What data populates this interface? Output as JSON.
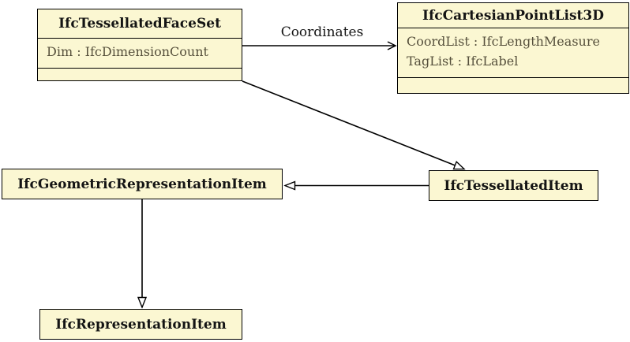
{
  "diagram": {
    "classes": [
      {
        "title": "IfcTessellatedFaceSet",
        "attributes": [
          "Dim : IfcDimensionCount"
        ]
      },
      {
        "title": "IfcCartesianPointList3D",
        "attributes": [
          "CoordList : IfcLengthMeasure",
          "TagList : IfcLabel"
        ]
      },
      {
        "title": "IfcGeometricRepresentationItem",
        "attributes": []
      },
      {
        "title": "IfcTessellatedItem",
        "attributes": []
      },
      {
        "title": "IfcRepresentationItem",
        "attributes": []
      }
    ],
    "edges": [
      {
        "type": "association",
        "label": "Coordinates",
        "from": "IfcTessellatedFaceSet",
        "to": "IfcCartesianPointList3D"
      },
      {
        "type": "inheritance",
        "label": "",
        "from": "IfcTessellatedFaceSet",
        "to": "IfcTessellatedItem"
      },
      {
        "type": "inheritance",
        "label": "",
        "from": "IfcTessellatedItem",
        "to": "IfcGeometricRepresentationItem"
      },
      {
        "type": "inheritance",
        "label": "",
        "from": "IfcGeometricRepresentationItem",
        "to": "IfcRepresentationItem"
      }
    ],
    "colors": {
      "box_fill": "#FBF7D2",
      "box_border": "#000000",
      "title_text": "#141414",
      "attribute_text": "#56503C",
      "background": "#FFFFFF"
    }
  }
}
